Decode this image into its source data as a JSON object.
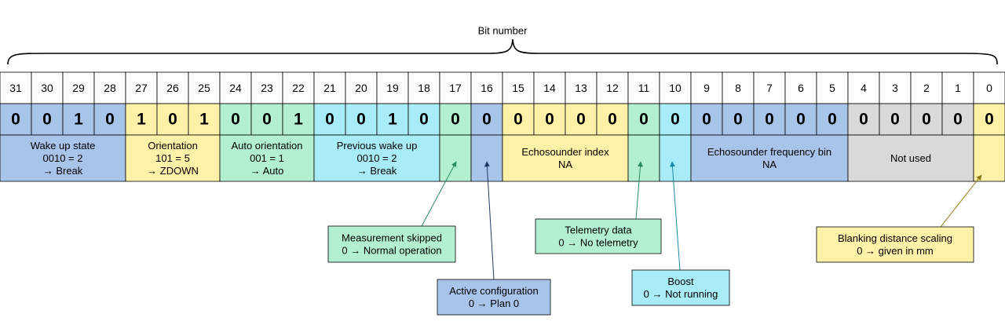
{
  "title": "Bit number",
  "bit_numbers": [
    "31",
    "30",
    "29",
    "28",
    "27",
    "26",
    "25",
    "24",
    "23",
    "22",
    "21",
    "20",
    "19",
    "18",
    "17",
    "16",
    "15",
    "14",
    "13",
    "12",
    "11",
    "10",
    "9",
    "8",
    "7",
    "6",
    "5",
    "4",
    "3",
    "2",
    "1",
    "0"
  ],
  "bit_values": [
    "0",
    "0",
    "1",
    "0",
    "1",
    "0",
    "1",
    "0",
    "0",
    "1",
    "0",
    "0",
    "1",
    "0",
    "0",
    "0",
    "0",
    "0",
    "0",
    "0",
    "0",
    "0",
    "0",
    "0",
    "0",
    "0",
    "0",
    "0",
    "0",
    "0",
    "0",
    "0"
  ],
  "colors": {
    "blue": "#a9c4eb",
    "yellow": "#fff2a8",
    "green": "#b3f0d1",
    "cyan": "#a8ecf8",
    "gray": "#d9d9d9",
    "navy": "#1f3864",
    "green_arrow": "#2a8a63",
    "teal_arrow": "#1b8aa8",
    "olive_arrow": "#8a7a10"
  },
  "fields": [
    {
      "id": "wake-up-state",
      "color": "blue",
      "lines": [
        "Wake up state",
        "0010 = 2",
        "→ Break"
      ]
    },
    {
      "id": "orientation",
      "color": "yellow",
      "lines": [
        "Orientation",
        "101 = 5",
        "→ ZDOWN"
      ]
    },
    {
      "id": "auto-orientation",
      "color": "green",
      "lines": [
        "Auto orientation",
        "001 = 1",
        "→ Auto"
      ]
    },
    {
      "id": "previous-wake-up",
      "color": "cyan",
      "lines": [
        "Previous wake up",
        "0010 = 2",
        "→ Break"
      ]
    },
    {
      "id": "measurement-skipped-cell",
      "color": "green",
      "lines": []
    },
    {
      "id": "active-configuration-cell",
      "color": "blue",
      "lines": []
    },
    {
      "id": "echosounder-index",
      "color": "yellow",
      "lines": [
        "Echosounder index",
        "NA"
      ]
    },
    {
      "id": "telemetry-data-cell",
      "color": "green",
      "lines": []
    },
    {
      "id": "boost-cell",
      "color": "cyan",
      "lines": []
    },
    {
      "id": "echosounder-frequency-bin",
      "color": "blue",
      "lines": [
        "Echosounder frequency bin",
        "NA"
      ]
    },
    {
      "id": "not-used",
      "color": "gray",
      "lines": [
        "Not used"
      ]
    },
    {
      "id": "blanking-distance-cell",
      "color": "yellow",
      "lines": []
    }
  ],
  "callouts": [
    {
      "id": "measurement-skipped",
      "color": "green",
      "arrow": "green_arrow",
      "lines": [
        "Measurement skipped",
        "0 → Normal operation"
      ]
    },
    {
      "id": "active-configuration",
      "color": "blue",
      "arrow": "navy",
      "lines": [
        "Active configuration",
        "0 → Plan 0"
      ]
    },
    {
      "id": "telemetry-data",
      "color": "green",
      "arrow": "green_arrow",
      "lines": [
        "Telemetry data",
        "0 → No telemetry"
      ]
    },
    {
      "id": "boost",
      "color": "cyan",
      "arrow": "teal_arrow",
      "lines": [
        "Boost",
        "0 → Not running"
      ]
    },
    {
      "id": "blanking-distance-scaling",
      "color": "yellow",
      "arrow": "olive_arrow",
      "lines": [
        "Blanking distance scaling",
        "0 → given in mm"
      ]
    }
  ]
}
